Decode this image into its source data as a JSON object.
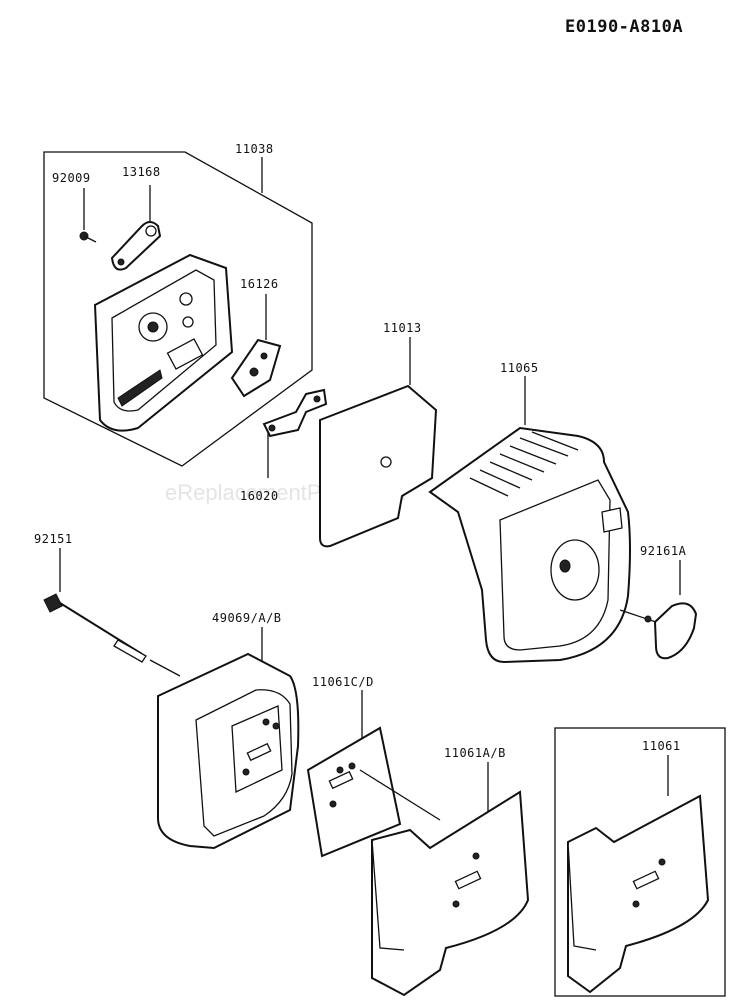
{
  "diagram_code": "E0190-A810A",
  "watermark": "eReplacementParts.com",
  "parts": {
    "p92009": "92009",
    "p13168": "13168",
    "p11038": "11038",
    "p16126": "16126",
    "p16020": "16020",
    "p11013": "11013",
    "p11065": "11065",
    "p92161a": "92161A",
    "p92151": "92151",
    "p49069": "49069/A/B",
    "p11061cd": "11061C/D",
    "p11061ab": "11061A/B",
    "p11061": "11061"
  }
}
